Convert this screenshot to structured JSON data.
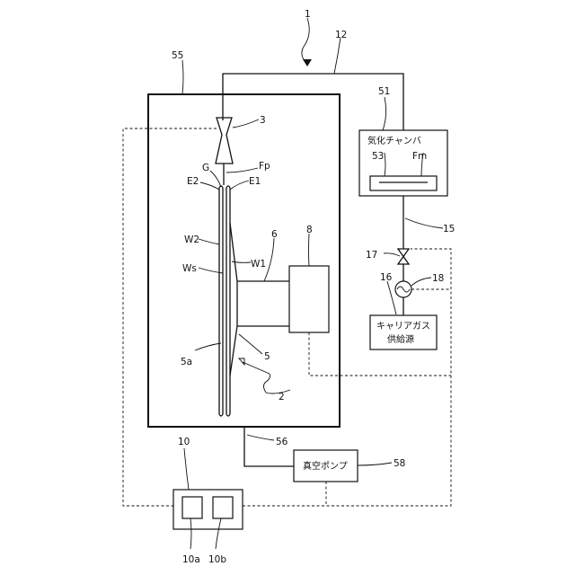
{
  "figure": {
    "labels": {
      "apparatus": "1",
      "pipe_top": "12",
      "chamber": "55",
      "vaporization_chamber_ref": "51",
      "vaporization_chamber_name": "気化チャンバ",
      "material_holder": "53",
      "material": "Fm",
      "pipe_supply": "15",
      "valve": "17",
      "flow_meter": "16",
      "flow_meter_b": "18",
      "carrier_gas_line1": "キャリアガス",
      "carrier_gas_line2": "供給源",
      "nozzle": "3",
      "gap": "G",
      "flow": "Fp",
      "edge2": "E2",
      "edge1": "E1",
      "wafer2": "W2",
      "wafer1": "W1",
      "ws": "Ws",
      "stage_shaft": "6",
      "drive": "8",
      "stage_face": "5a",
      "stage": "5",
      "holder": "2",
      "pipe_exhaust": "56",
      "vacuum_pump_ref": "58",
      "vacuum_pump_name": "真空ポンプ",
      "controller": "10",
      "controller_a": "10a",
      "controller_b": "10b"
    }
  }
}
